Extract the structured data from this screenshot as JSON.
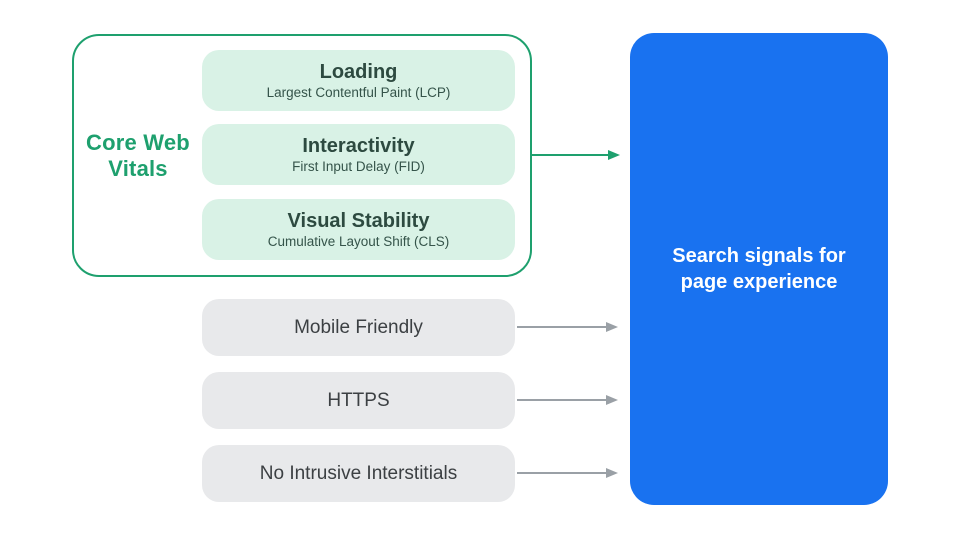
{
  "diagram": {
    "core_web_vitals": {
      "group_label": "Core Web Vitals",
      "items": [
        {
          "title": "Loading",
          "subtitle": "Largest Contentful Paint (LCP)"
        },
        {
          "title": "Interactivity",
          "subtitle": "First Input Delay (FID)"
        },
        {
          "title": "Visual Stability",
          "subtitle": "Cumulative Layout Shift (CLS)"
        }
      ]
    },
    "other_signals": [
      {
        "label": "Mobile Friendly"
      },
      {
        "label": "HTTPS"
      },
      {
        "label": "No Intrusive Interstitials"
      }
    ],
    "result_box": {
      "label": "Search signals for page experience"
    },
    "colors": {
      "green": "#1ea06e",
      "mint_card_bg": "#d9f2e6",
      "mint_card_text": "#2d4a40",
      "gray_pill_bg": "#e8e9eb",
      "gray_pill_text": "#3c4043",
      "gray_arrow": "#9aa0a6",
      "blue_box_bg": "#1972f0",
      "blue_box_text": "#ffffff"
    }
  }
}
